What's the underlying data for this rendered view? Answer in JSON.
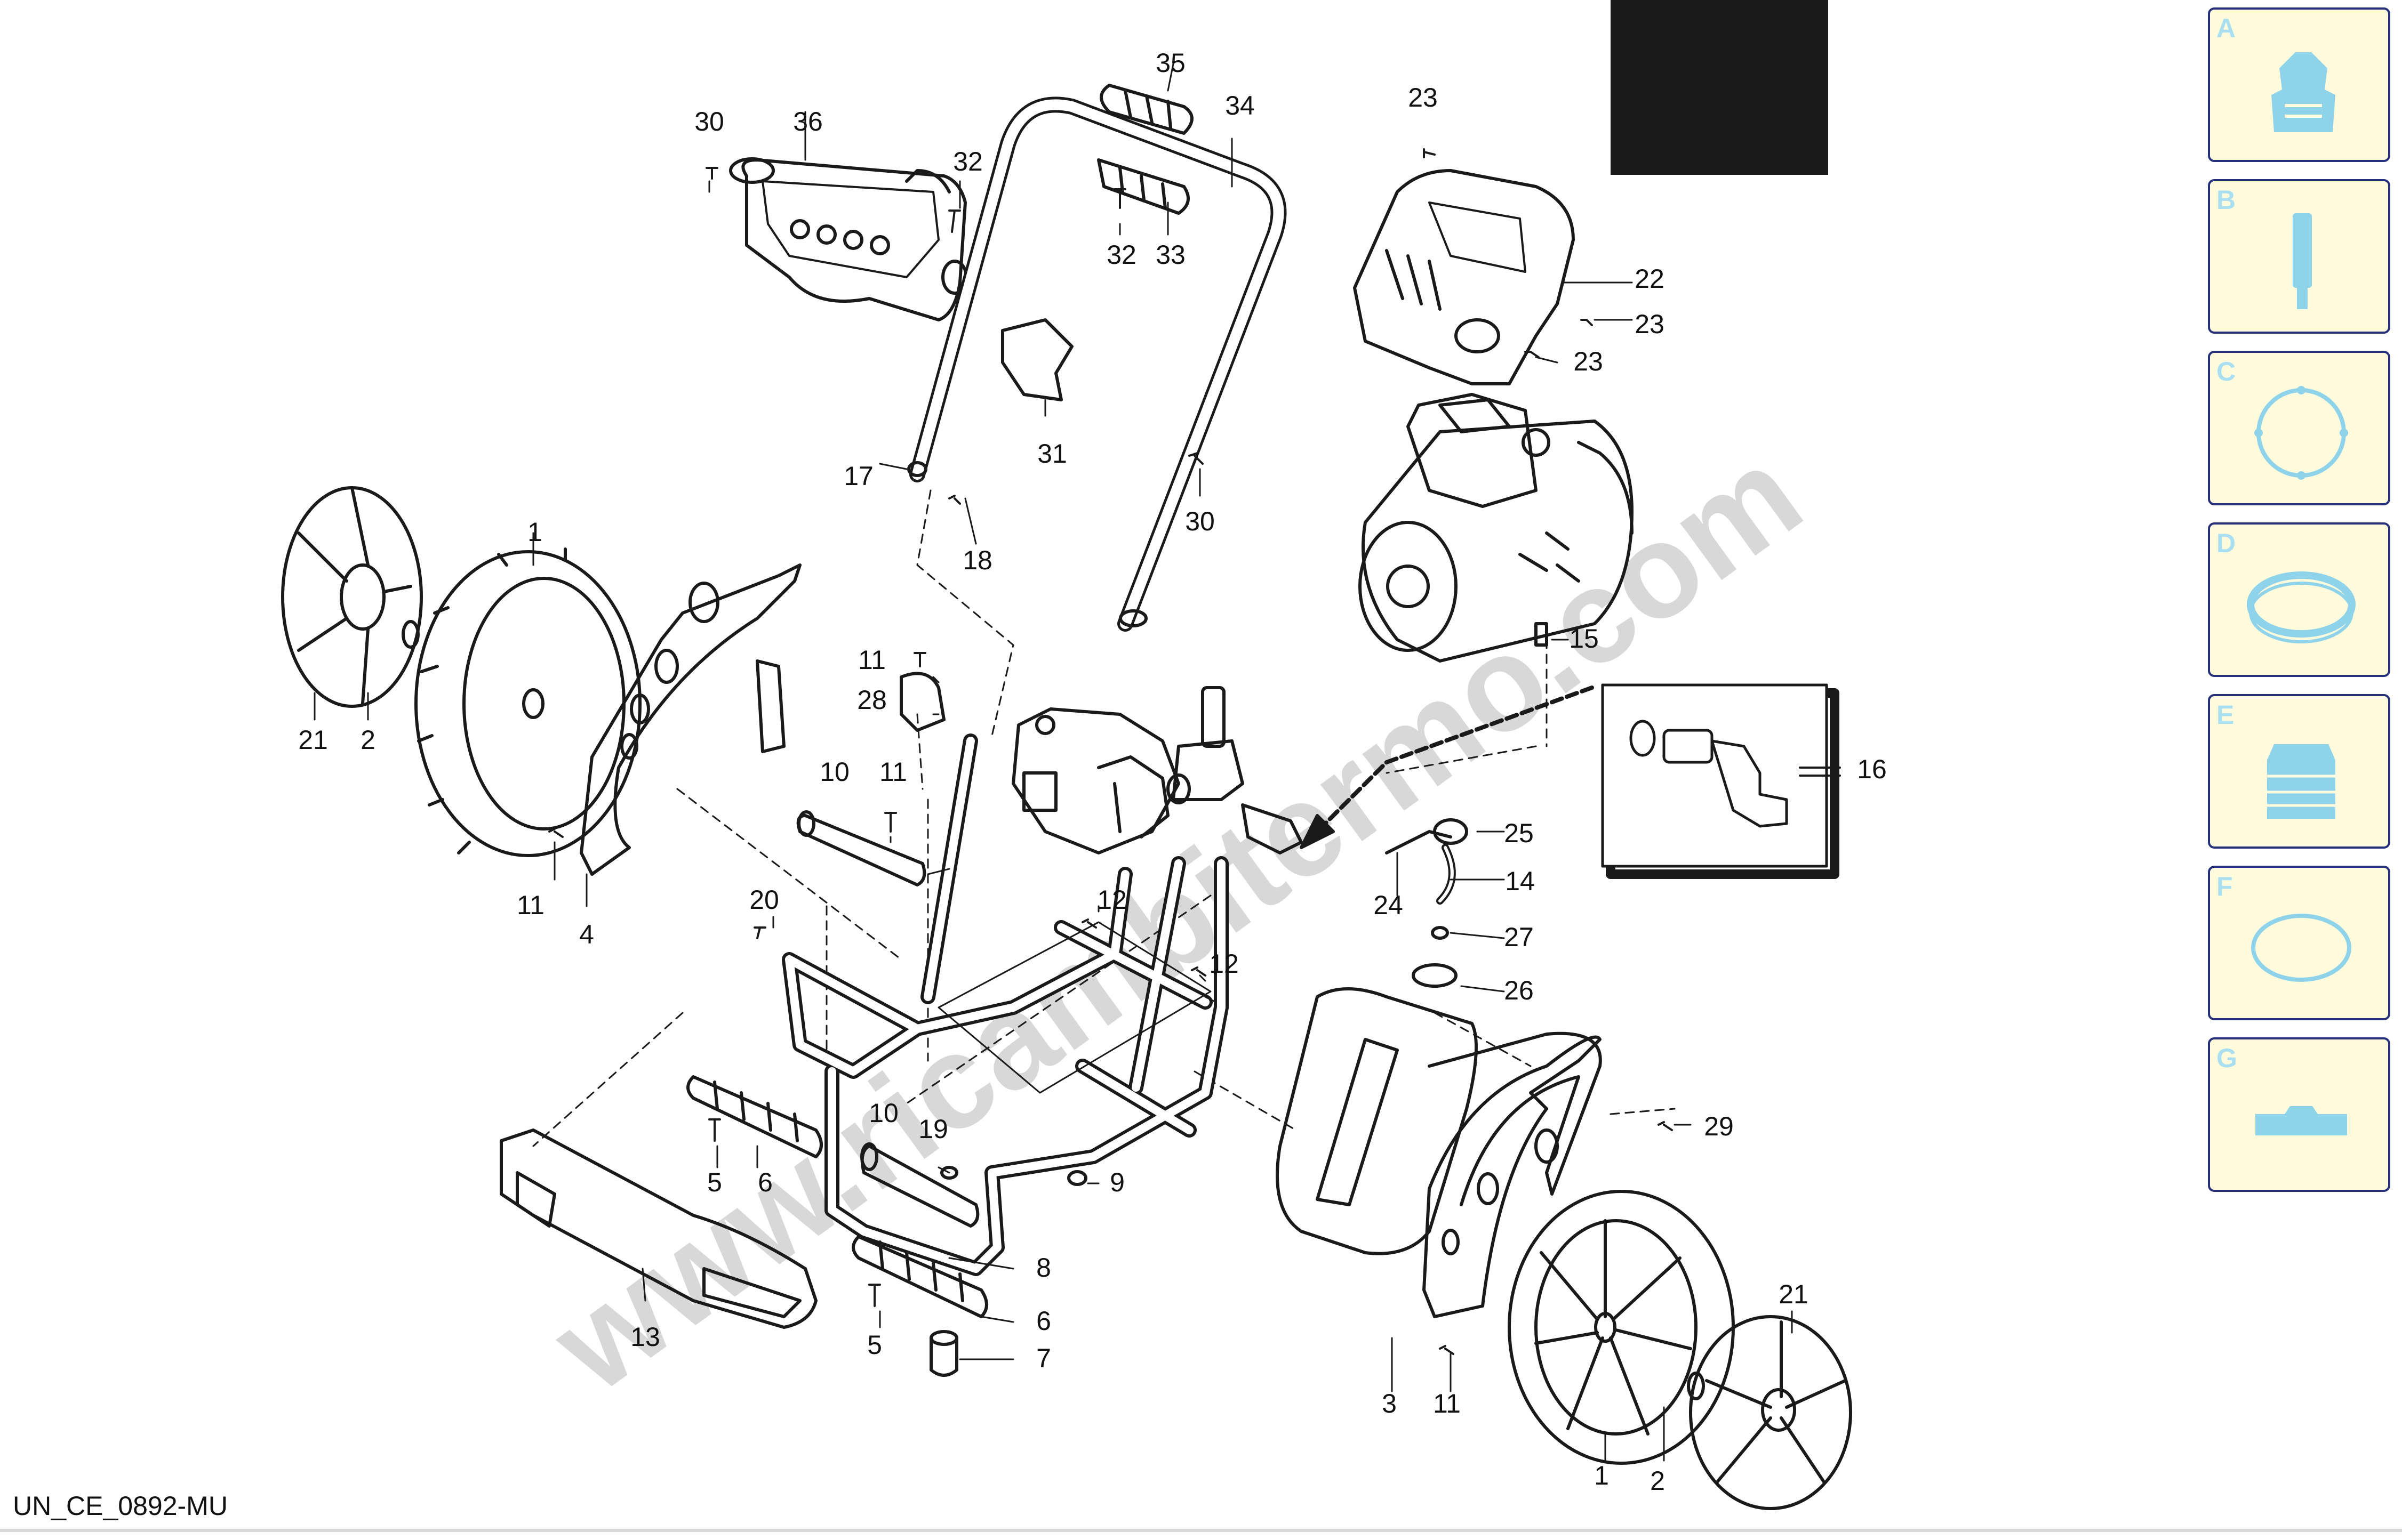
{
  "labels": [
    "1",
    "2",
    "3",
    "4",
    "5",
    "6",
    "7",
    "8",
    "9",
    "10",
    "11",
    "12",
    "13",
    "14",
    "15",
    "16",
    "17",
    "18",
    "19",
    "20",
    "21",
    "22",
    "23",
    "24",
    "25",
    "26",
    "27",
    "28",
    "29",
    "30",
    "31",
    "32",
    "33",
    "34",
    "35",
    "36"
  ],
  "drawing_code": "UN_CE_0892-MU",
  "sections": [
    {
      "letter": "A",
      "icon": "gun-nozzle-icon"
    },
    {
      "letter": "B",
      "icon": "lance-icon"
    },
    {
      "letter": "C",
      "icon": "ring-dots-icon"
    },
    {
      "letter": "D",
      "icon": "seal-ring-icon"
    },
    {
      "letter": "E",
      "icon": "cylinder-icon"
    },
    {
      "letter": "F",
      "icon": "oring-icon"
    },
    {
      "letter": "G",
      "icon": "plate-icon"
    }
  ],
  "watermark": "www.ricambitermo.com",
  "colors": {
    "line": "#1a1a1a",
    "thumb_bg": "#fffbdc",
    "thumb_border": "#27307a",
    "thumb_letter": "#a9dff0",
    "thumb_icon": "#8fd3ea",
    "watermark": "#d8d8d8"
  }
}
